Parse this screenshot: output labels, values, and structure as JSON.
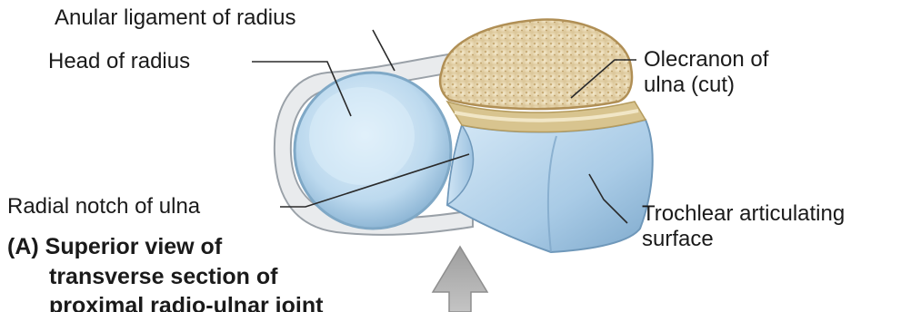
{
  "figure": {
    "labels": {
      "anular_ligament": "Anular ligament of radius",
      "head_of_radius": "Head of radius",
      "olecranon_line1": "Olecranon of",
      "olecranon_line2": "ulna (cut)",
      "radial_notch": "Radial notch of ulna",
      "trochlear_line1": "Trochlear articulating",
      "trochlear_line2": "surface"
    },
    "caption": {
      "marker": "(A)",
      "line1": "Superior view of",
      "line2": "transverse section of",
      "line3": "proximal radio-ulnar joint"
    },
    "colors": {
      "cartilage_blue": "#bcd9ee",
      "cartilage_edge": "#7fa8c6",
      "bone_tan": "#efe0b8",
      "ligament_gray": "#e8eaec",
      "leader_line": "#2a2a2a",
      "arrow_gray": "#a9a9a9"
    }
  }
}
